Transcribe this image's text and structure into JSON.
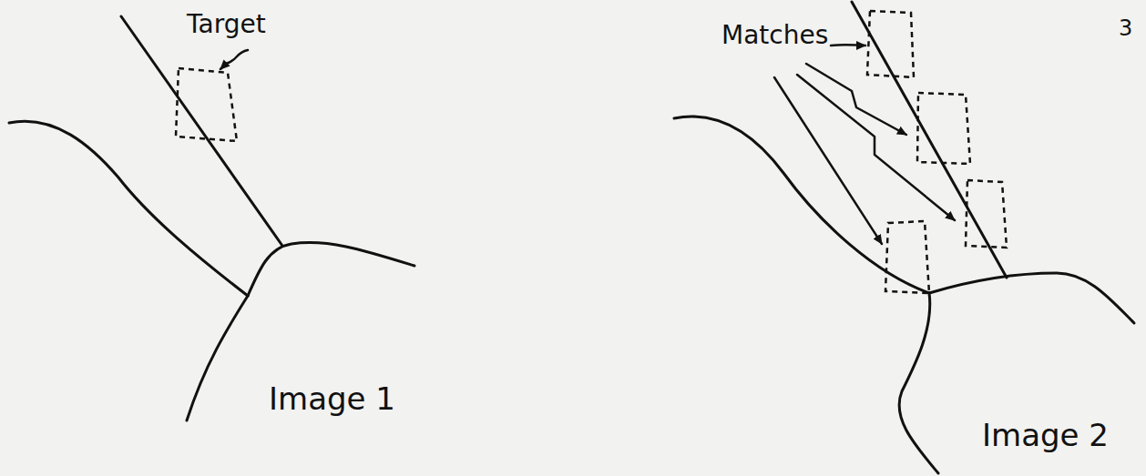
{
  "diagram": {
    "labels": [
      "Target",
      "Matches",
      "3",
      "Image 1",
      "Image 2"
    ]
  }
}
